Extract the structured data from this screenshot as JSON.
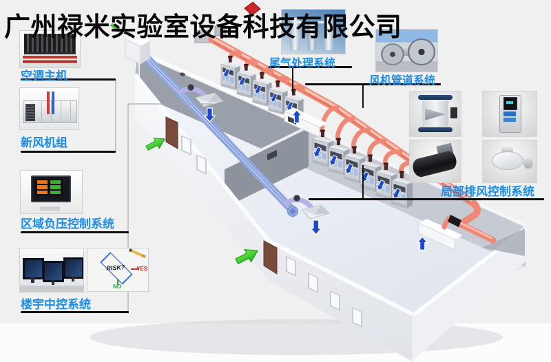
{
  "title": "广州禄米实验室设备科技有限公司",
  "callouts": [
    {
      "id": "hvac-main",
      "label": "空调主机",
      "photo": "air-cooled-chiller-photo"
    },
    {
      "id": "fresh-air-unit",
      "label": "新风机组",
      "photo": "air-handling-unit-photo"
    },
    {
      "id": "zone-negative-pressure",
      "label": "区域负压控制系统",
      "photo": "touch-control-panel-photo"
    },
    {
      "id": "building-central-control",
      "label": "楼宇中控系统",
      "photos": [
        "control-room-monitors-photo",
        "risk-flowchart-photo"
      ]
    },
    {
      "id": "exhaust-gas-treatment",
      "label": "尾气处理系统",
      "photo": "gas-scrubber-towers-photo"
    },
    {
      "id": "fan-duct-system",
      "label": "风机管道系统",
      "photo": "industrial-fans-photo"
    },
    {
      "id": "local-exhaust-control",
      "label": "局部排风控制系统",
      "photos": [
        "venturi-valve-photo",
        "exhaust-controller-photo",
        "damper-valve-photo",
        "valve-actuator-photo"
      ]
    }
  ],
  "risk_flowchart": {
    "question": "RISK?",
    "yes": "YES",
    "no": "NO"
  },
  "diagram": {
    "building": "laboratory-3d-perspective",
    "fume_hoods_row1": 5,
    "fume_hoods_row2": 6,
    "colors": {
      "label_blue": "#1b8ce8",
      "underline_black": "#0c0c0c",
      "supply_duct_blue": "#8fa6e2",
      "exhaust_pipe_red": "#ef8874",
      "entry_arrow_green": "#3bd23b",
      "airflow_arrow_blue": "#1d49cc",
      "wall_gray": "#9aa0aa",
      "background": "#f0f0f1"
    }
  }
}
